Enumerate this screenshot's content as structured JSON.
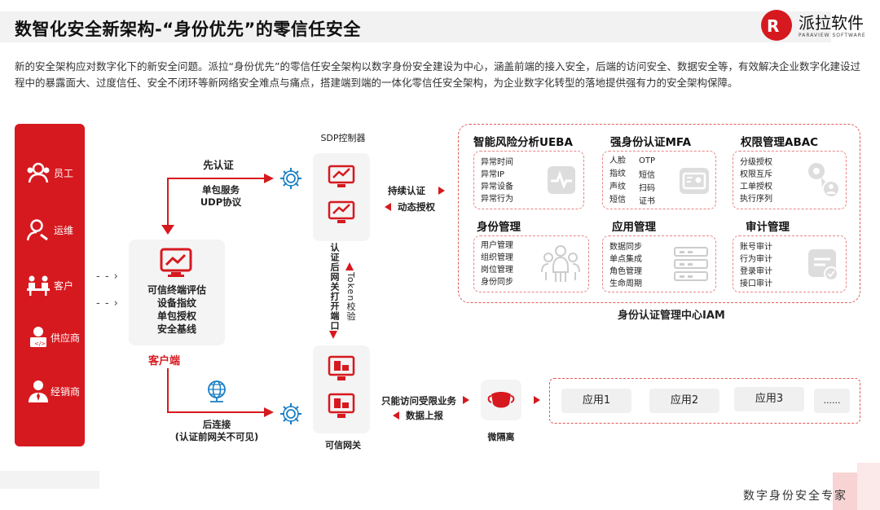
{
  "title": "数智化安全新架构-“身份优先”的零信任安全",
  "logo": {
    "name": "派拉软件",
    "sub": "PARAVIEW SOFTWARE"
  },
  "intro": "新的安全架构应对数字化下的新安全问题。派拉“身份优先”的零信任安全架构以数字身份安全建设为中心，涵盖前端的接入安全，后端的访问安全、数据安全等，有效解决企业数字化建设过程中的暴露面大、过度信任、安全不闭环等新网络安全难点与痛点，搭建端到端的一体化零信任安全架构，为企业数字化转型的落地提供强有力的安全架构保障。",
  "roles": [
    "员工",
    "运维",
    "客户",
    "供应商",
    "经销商"
  ],
  "client": {
    "items": [
      "可信终端评估",
      "设备指纹",
      "单包授权",
      "安全基线"
    ],
    "label": "客户端"
  },
  "flow": {
    "auth_first": "先认证",
    "spa": "单包服务\nUDP协议",
    "connect_after": "后连接\n(认证前网关不可见)",
    "continuous_auth": "持续认证",
    "dynamic_auth": "动态授权",
    "gateway_open": "认证后网关打开端口",
    "token_verify": "Token校验",
    "limited_access": "只能访问受限业务",
    "data_report": "数据上报"
  },
  "sdp_controller": "SDP控制器",
  "trusted_gateway": "可信网关",
  "micro_isolation": "微隔离",
  "apps": [
    "应用1",
    "应用2",
    "应用3",
    "......"
  ],
  "iam": {
    "label": "身份认证管理中心IAM",
    "sections": [
      {
        "title": "智能风险分析UEBA",
        "items": [
          "异常时间",
          "异常IP",
          "异常设备",
          "异常行为"
        ]
      },
      {
        "title": "强身份认证MFA",
        "items": [
          "人脸",
          "OTP",
          "指纹",
          "短信",
          "声纹",
          "扫码",
          "短信",
          "证书"
        ]
      },
      {
        "title": "权限管理ABAC",
        "items": [
          "分级授权",
          "权限互斥",
          "工单授权",
          "执行序列"
        ]
      },
      {
        "title": "身份管理",
        "items": [
          "用户管理",
          "组织管理",
          "岗位管理",
          "身份同步"
        ]
      },
      {
        "title": "应用管理",
        "items": [
          "数据同步",
          "单点集成",
          "角色管理",
          "生命周期"
        ]
      },
      {
        "title": "审计管理",
        "items": [
          "账号审计",
          "行为审计",
          "登录审计",
          "接口审计"
        ]
      }
    ]
  },
  "footer": "数字身份安全专家",
  "colors": {
    "accent": "#d6191f"
  }
}
